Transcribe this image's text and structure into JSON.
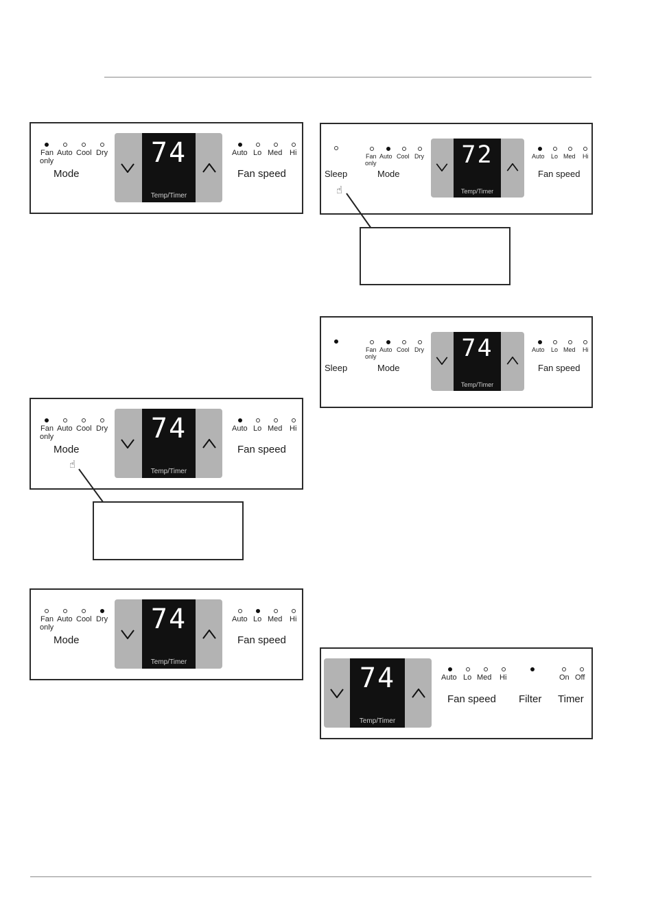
{
  "panels": {
    "p1": {
      "display": "74",
      "display_label": "Temp/Timer",
      "mode_labels": [
        "Fan",
        "Auto",
        "Cool",
        "Dry"
      ],
      "mode_sub": "only",
      "mode_title": "Mode",
      "fan_labels": [
        "Auto",
        "Lo",
        "Med",
        "Hi"
      ],
      "fan_title": "Fan speed"
    },
    "p2": {
      "display": "72",
      "display_label": "Temp/Timer",
      "sleep": "Sleep",
      "mode_labels": [
        "Fan",
        "Auto",
        "Cool",
        "Dry"
      ],
      "mode_sub": "only",
      "mode_title": "Mode",
      "fan_labels": [
        "Auto",
        "Lo",
        "Med",
        "Hi"
      ],
      "fan_title": "Fan speed"
    },
    "p3": {
      "display": "74",
      "display_label": "Temp/Timer",
      "sleep": "Sleep",
      "mode_labels": [
        "Fan",
        "Auto",
        "Cool",
        "Dry"
      ],
      "mode_sub": "only",
      "mode_title": "Mode",
      "fan_labels": [
        "Auto",
        "Lo",
        "Med",
        "Hi"
      ],
      "fan_title": "Fan speed"
    },
    "p4": {
      "display": "74",
      "display_label": "Temp/Timer",
      "mode_labels": [
        "Fan",
        "Auto",
        "Cool",
        "Dry"
      ],
      "mode_sub": "only",
      "mode_title": "Mode",
      "fan_labels": [
        "Auto",
        "Lo",
        "Med",
        "Hi"
      ],
      "fan_title": "Fan speed"
    },
    "p5": {
      "display": "74",
      "display_label": "Temp/Timer",
      "mode_labels": [
        "Fan",
        "Auto",
        "Cool",
        "Dry"
      ],
      "mode_sub": "only",
      "mode_title": "Mode",
      "fan_labels": [
        "Auto",
        "Lo",
        "Med",
        "Hi"
      ],
      "fan_title": "Fan speed"
    },
    "p6": {
      "display": "74",
      "display_label": "Temp/Timer",
      "fan_labels": [
        "Auto",
        "Lo",
        "Med",
        "Hi"
      ],
      "fan_title": "Fan speed",
      "filter": "Filter",
      "timer_labels": [
        "On",
        "Off"
      ],
      "timer_title": "Timer"
    }
  },
  "indicator_state": {
    "p1": {
      "mode": [
        1,
        0,
        0,
        0
      ],
      "fan": [
        1,
        0,
        0,
        0
      ]
    },
    "p2": {
      "sleep": 0,
      "mode": [
        0,
        1,
        0,
        0
      ],
      "fan": [
        1,
        0,
        0,
        0
      ]
    },
    "p3": {
      "sleep": 1,
      "mode": [
        0,
        1,
        0,
        0
      ],
      "fan": [
        1,
        0,
        0,
        0
      ]
    },
    "p4": {
      "mode": [
        1,
        0,
        0,
        0
      ],
      "fan": [
        1,
        0,
        0,
        0
      ]
    },
    "p5": {
      "mode": [
        0,
        0,
        0,
        1
      ],
      "fan": [
        0,
        1,
        0,
        0
      ]
    },
    "p6": {
      "fan": [
        1,
        0,
        0,
        0
      ],
      "filter": 1,
      "timer": [
        0,
        0
      ]
    }
  },
  "icons": {
    "down": "chevron-down-icon",
    "up": "chevron-up-icon",
    "pointer": "pointing-hand-icon"
  },
  "colors": {
    "frame": "#2a2a2a",
    "display_bg": "#b3b3b3",
    "screen_bg": "#111111",
    "digit": "#ffffff"
  }
}
